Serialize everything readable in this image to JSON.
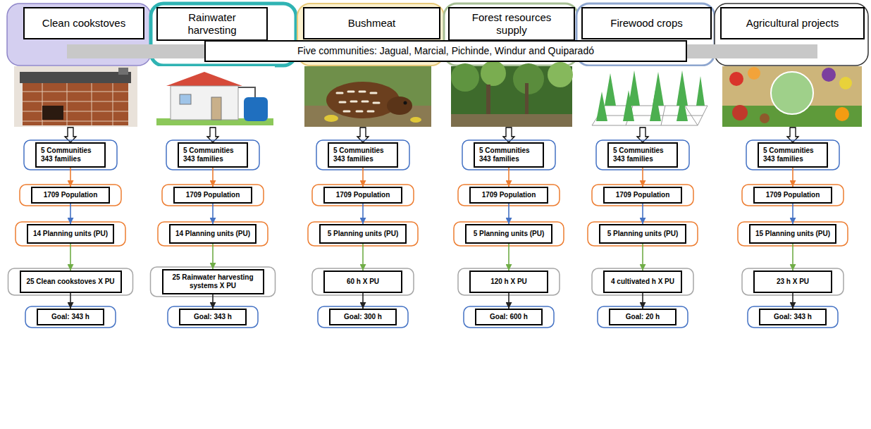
{
  "diagram": {
    "nodes": [
      {
        "text": [
          "Clean cookstoves"
        ]
      },
      {
        "text": [
          "Rainwater harvesting"
        ]
      },
      {
        "text": [
          "Bushmeat"
        ]
      },
      {
        "text": [
          "Forest resources supply"
        ]
      },
      {
        "text": [
          "Firewood crops"
        ]
      },
      {
        "text": [
          "Agricultural projects"
        ]
      },
      {
        "text": [
          "Five communities: Jagual, Marcial, Pichinde, Windur and Quiparadó"
        ]
      },
      {
        "text": [
          "5 Communities 343 families"
        ]
      },
      {
        "text": [
          "1709 Population"
        ]
      },
      {
        "text": [
          "14 Planning units (PU)"
        ]
      },
      {
        "text": [
          "25 Clean cookstoves X PU"
        ]
      },
      {
        "text": [
          "Goal: 343 h"
        ]
      },
      {
        "text": [
          "5 Communities 343 families"
        ]
      },
      {
        "text": [
          "1709 Population"
        ]
      },
      {
        "text": [
          "14 Planning units (PU)"
        ]
      },
      {
        "text": [
          "25 Rainwater harvesting systems X PU"
        ]
      },
      {
        "text": [
          "Goal: 343 h"
        ]
      },
      {
        "text": [
          "5 Communities 343 families"
        ]
      },
      {
        "text": [
          "1709 Population"
        ]
      },
      {
        "text": [
          "5 Planning units (PU)"
        ]
      },
      {
        "text": [
          "60 h X PU"
        ]
      },
      {
        "text": [
          "Goal: 300 h"
        ]
      },
      {
        "text": [
          "5 Communities 343 families"
        ]
      },
      {
        "text": [
          "1709 Population"
        ]
      },
      {
        "text": [
          "5 Planning units (PU)"
        ]
      },
      {
        "text": [
          "120 h X PU"
        ]
      },
      {
        "text": [
          "Goal: 600 h"
        ]
      },
      {
        "text": [
          "5 Communities 343 families"
        ]
      },
      {
        "text": [
          "1709 Population"
        ]
      },
      {
        "text": [
          "5 Planning units (PU)"
        ]
      },
      {
        "text": [
          "4 cultivated h X PU"
        ]
      },
      {
        "text": [
          "Goal: 20 h"
        ]
      },
      {
        "text": [
          "5 Communities 343 families"
        ]
      },
      {
        "text": [
          "1709 Population"
        ]
      },
      {
        "text": [
          "15 Planning units (PU)"
        ]
      },
      {
        "text": [
          "23 h X PU"
        ]
      },
      {
        "text": [
          "Goal: 343 h"
        ]
      }
    ],
    "edges": [
      {
        "from": 7,
        "to": 8,
        "arrow": "to"
      },
      {
        "from": 8,
        "to": 9,
        "arrow": "to"
      },
      {
        "from": 9,
        "to": 10,
        "arrow": "to"
      },
      {
        "from": 10,
        "to": 11,
        "arrow": "to"
      },
      {
        "from": 12,
        "to": 13,
        "arrow": "to"
      },
      {
        "from": 13,
        "to": 14,
        "arrow": "to"
      },
      {
        "from": 14,
        "to": 15,
        "arrow": "to"
      },
      {
        "from": 15,
        "to": 16,
        "arrow": "to"
      },
      {
        "from": 17,
        "to": 18,
        "arrow": "to"
      },
      {
        "from": 18,
        "to": 19,
        "arrow": "to"
      },
      {
        "from": 19,
        "to": 20,
        "arrow": "to"
      },
      {
        "from": 20,
        "to": 21,
        "arrow": "to"
      },
      {
        "from": 22,
        "to": 23,
        "arrow": "to"
      },
      {
        "from": 23,
        "to": 24,
        "arrow": "to"
      },
      {
        "from": 24,
        "to": 25,
        "arrow": "to"
      },
      {
        "from": 25,
        "to": 26,
        "arrow": "to"
      },
      {
        "from": 27,
        "to": 28,
        "arrow": "to"
      },
      {
        "from": 28,
        "to": 29,
        "arrow": "to"
      },
      {
        "from": 29,
        "to": 30,
        "arrow": "to"
      },
      {
        "from": 30,
        "to": 31,
        "arrow": "to"
      },
      {
        "from": 32,
        "to": 33,
        "arrow": "to"
      },
      {
        "from": 33,
        "to": 34,
        "arrow": "to"
      },
      {
        "from": 34,
        "to": 35,
        "arrow": "to"
      },
      {
        "from": 35,
        "to": 36,
        "arrow": "to"
      }
    ]
  }
}
